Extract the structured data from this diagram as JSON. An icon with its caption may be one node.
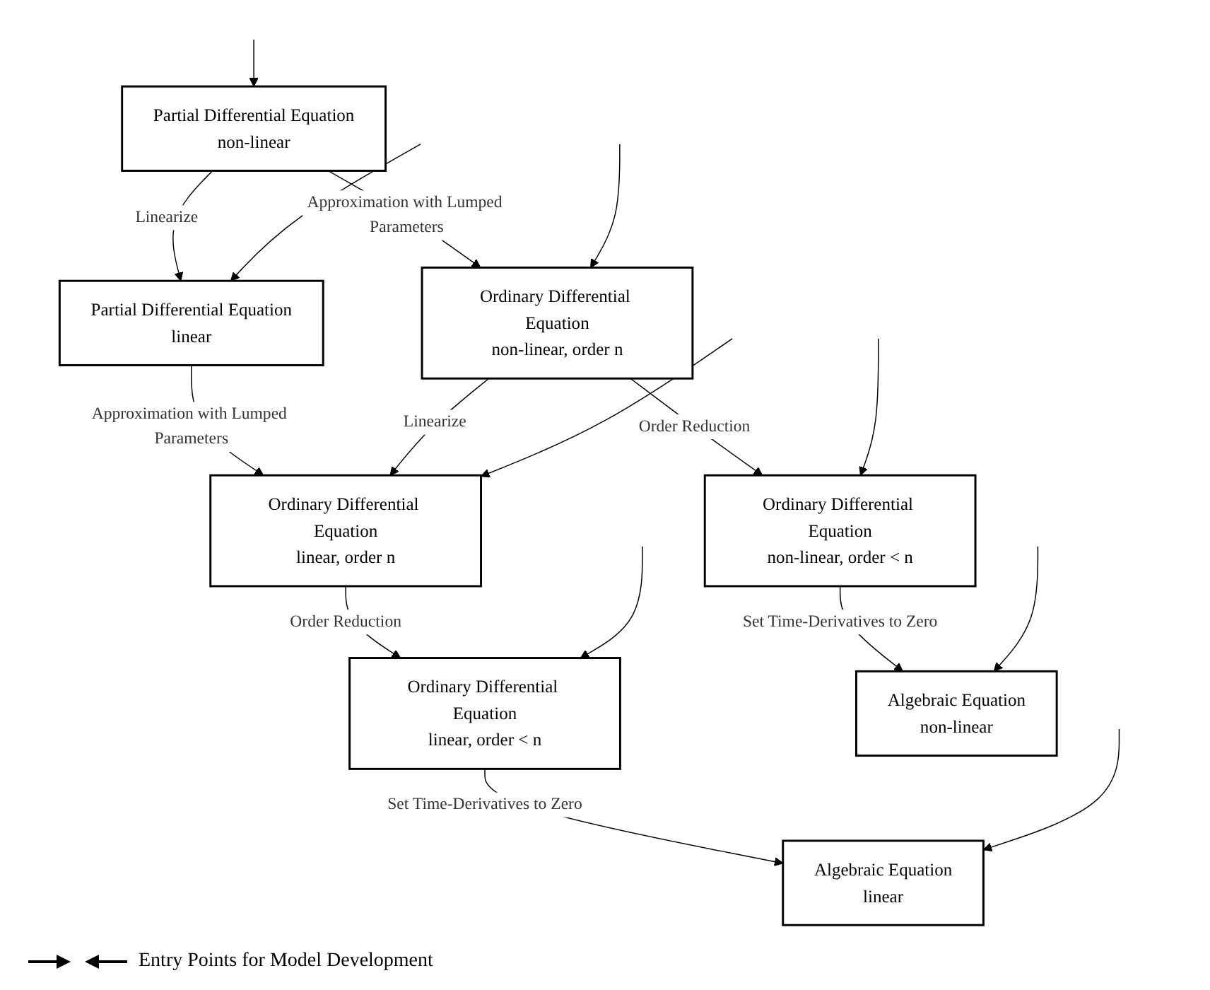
{
  "diagram": {
    "nodes": [
      {
        "text": [
          "Partial Differential Equation",
          "non-linear"
        ]
      },
      {
        "text": [
          "Partial Differential Equation",
          "linear"
        ]
      },
      {
        "text": [
          "Ordinary Differential Equation",
          "non-linear, order n"
        ]
      },
      {
        "text": [
          "Ordinary Differential Equation",
          "linear, order n"
        ]
      },
      {
        "text": [
          "Ordinary Differential Equation",
          "linear, order < n"
        ]
      },
      {
        "text": [
          "Ordinary Differential Equation",
          "non-linear, order < n"
        ]
      },
      {
        "text": [
          "Algebraic Equation",
          "linear"
        ]
      },
      {
        "text": [
          "Algebraic Equation",
          "non-linear"
        ]
      }
    ],
    "edges": [
      {
        "from": 0,
        "to": 1,
        "arrow": "to",
        "label": "Linearize"
      },
      {
        "from": 0,
        "to": 2,
        "arrow": "to",
        "label": "Approximation with Lumped Parameters"
      },
      {
        "from": 1,
        "to": 3,
        "arrow": "to",
        "label": "Approximation with Lumped Parameters"
      },
      {
        "from": 2,
        "to": 3,
        "arrow": "to",
        "label": "Linearize"
      },
      {
        "from": 3,
        "to": 4,
        "arrow": "to",
        "label": "Order Reduction"
      },
      {
        "from": 2,
        "to": 5,
        "arrow": "to",
        "label": "Order Reduction"
      },
      {
        "from": 4,
        "to": 6,
        "arrow": "to",
        "label": "Set Time-Derivatives to Zero"
      },
      {
        "from": 5,
        "to": 7,
        "arrow": "to",
        "label": "Set Time-Derivatives to Zero"
      },
      {
        "from": null,
        "to": 0,
        "arrow": "to"
      },
      {
        "from": null,
        "to": 1,
        "arrow": "to"
      },
      {
        "from": null,
        "to": 2,
        "arrow": "to"
      },
      {
        "from": null,
        "to": 3,
        "arrow": "to"
      },
      {
        "from": null,
        "to": 4,
        "arrow": "to"
      },
      {
        "from": null,
        "to": 5,
        "arrow": "to"
      },
      {
        "from": null,
        "to": 6,
        "arrow": "to"
      },
      {
        "from": null,
        "to": 7,
        "arrow": "to"
      }
    ],
    "legend": [
      {
        "text": "Entry Points for Model Development"
      }
    ]
  }
}
